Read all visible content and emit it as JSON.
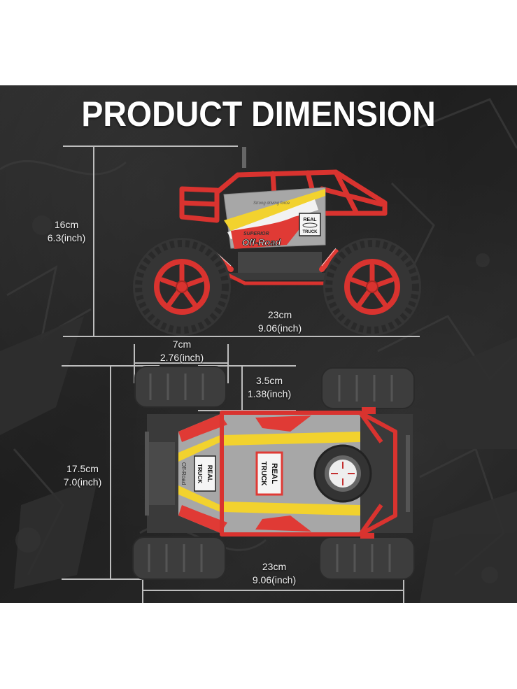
{
  "title": "PRODUCT DIMENSION",
  "side_view": {
    "height": {
      "cm": "16cm",
      "inch": "6.3(inch)"
    },
    "length": {
      "cm": "23cm",
      "inch": "9.06(inch)"
    },
    "decals": {
      "tagline": "Strong driving force",
      "brand_small": "SUPERIOR",
      "brand": "Off-Road",
      "badge_top": "REAL",
      "badge_bottom": "TRUCK"
    }
  },
  "top_view": {
    "tire_width": {
      "cm": "7cm",
      "inch": "2.76(inch)"
    },
    "ground_clearance": {
      "cm": "3.5cm",
      "inch": "1.38(inch)"
    },
    "width": {
      "cm": "17.5cm",
      "inch": "7.0(inch)"
    },
    "length": {
      "cm": "23cm",
      "inch": "9.06(inch)"
    },
    "decals": {
      "badge_top": "REAL",
      "badge_bottom": "TRUCK",
      "brand": "Off-Road"
    }
  },
  "colors": {
    "body_red": "#e03a35",
    "body_gray": "#9a9a9a",
    "stripe_yellow": "#f2d22e",
    "tire": "#3a3a3a",
    "background": "#222222",
    "line": "#bdbdbd"
  }
}
